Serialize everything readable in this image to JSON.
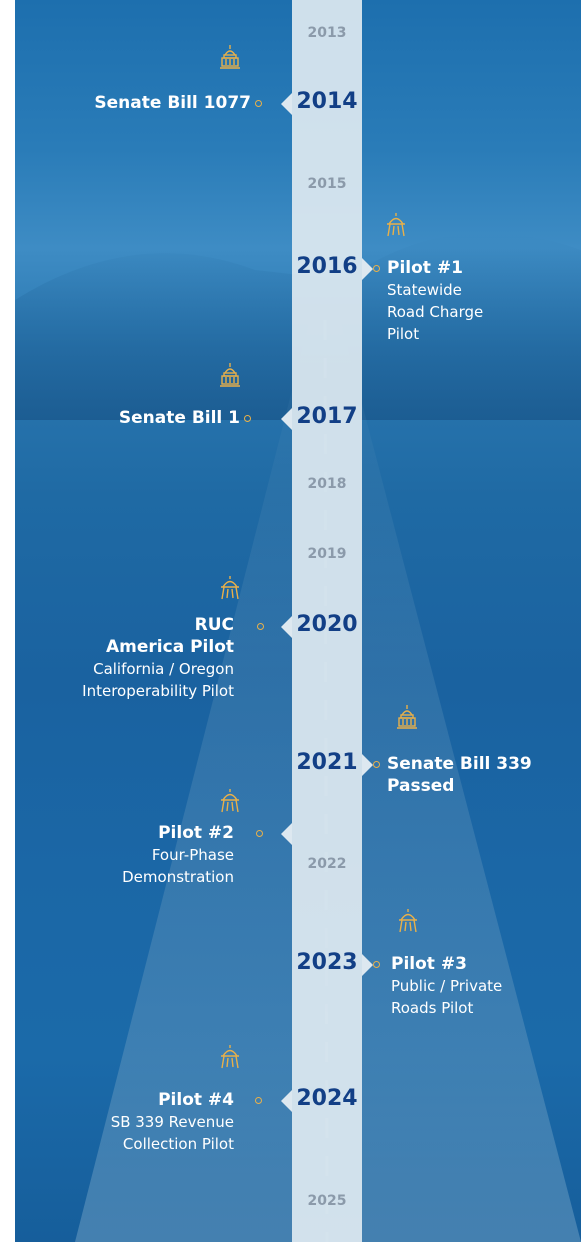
{
  "years": {
    "y2013": "2013",
    "y2014": "2014",
    "y2015": "2015",
    "y2016": "2016",
    "y2017": "2017",
    "y2018": "2018",
    "y2019": "2019",
    "y2020": "2020",
    "y2021": "2021",
    "y2022": "2022",
    "y2023": "2023",
    "y2024": "2024",
    "y2025": "2025"
  },
  "events": {
    "sb1077": {
      "title": "Senate Bill 1077",
      "icon": "capitol-icon"
    },
    "pilot1": {
      "title": "Pilot #1",
      "line1": "Statewide",
      "line2": "Road Charge",
      "line3": "Pilot",
      "icon": "road-pilot-icon"
    },
    "sb1": {
      "title": "Senate Bill 1",
      "icon": "capitol-icon"
    },
    "ruc": {
      "title1": "RUC",
      "title2": "America Pilot",
      "line1": "California / Oregon",
      "line2": "Interoperability Pilot",
      "icon": "road-pilot-icon"
    },
    "sb339": {
      "title1": "Senate Bill 339",
      "title2": "Passed",
      "icon": "capitol-icon"
    },
    "pilot2": {
      "title": "Pilot #2",
      "line1": "Four-Phase",
      "line2": "Demonstration",
      "icon": "road-pilot-icon"
    },
    "pilot3": {
      "title": "Pilot #3",
      "line1": "Public / Private",
      "line2": "Roads Pilot",
      "icon": "road-pilot-icon"
    },
    "pilot4": {
      "title": "Pilot #4",
      "line1": "SB 339 Revenue",
      "line2": "Collection Pilot",
      "icon": "road-pilot-icon"
    }
  },
  "colors": {
    "accent": "#e8b04a",
    "year_major": "#123f86",
    "year_minor": "#8b9aaa",
    "bar": "#dde8f0",
    "background": "#1b67a6"
  }
}
